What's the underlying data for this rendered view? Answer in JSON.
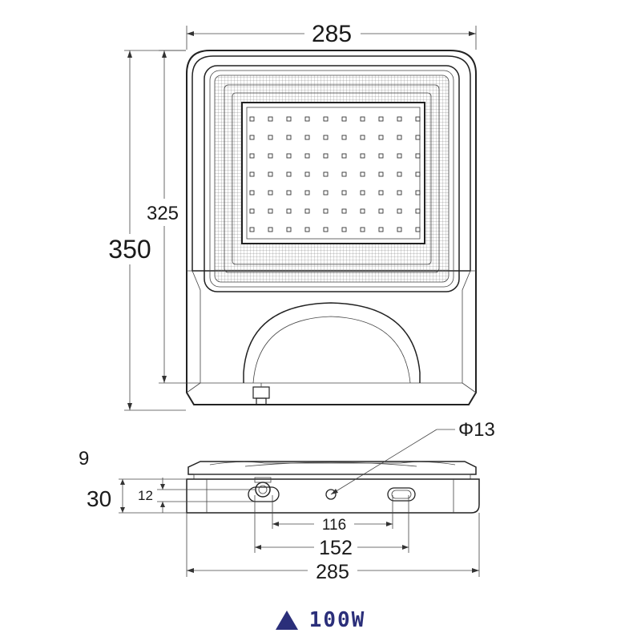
{
  "dimensions": {
    "top_width": "285",
    "overall_height": "350",
    "inner_height": "325",
    "diameter": "Φ13",
    "side_top": "9",
    "side_height": "30",
    "side_mid": "12",
    "hole_spacing_inner": "116",
    "hole_spacing_outer": "152",
    "bottom_width": "285"
  },
  "caption": {
    "label": "100W",
    "marker_icon": "triangle-icon",
    "color": "#2b2f7a"
  }
}
